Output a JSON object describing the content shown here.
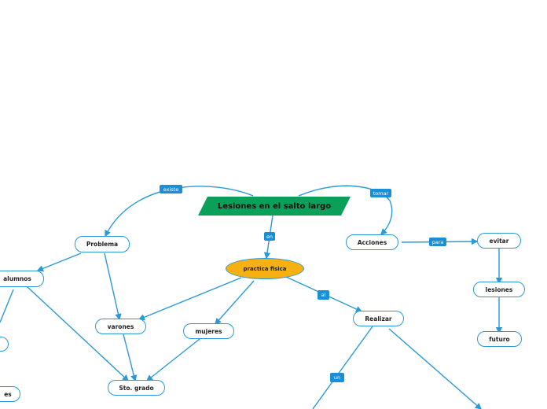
{
  "map": {
    "title": "Lesiones en el salto largo",
    "center": "practica fisica",
    "nodes": {
      "problema": "Problema",
      "alumnos": "alumnos",
      "varones": "varones",
      "mujeres": "mujeres",
      "sto_grado": "Sto. grado",
      "acciones": "Acciones",
      "evitar": "evitar",
      "lesiones": "lesiones",
      "futuro": "futuro",
      "realizar": "Realizar",
      "partial_es": "es"
    },
    "links": {
      "existe": "existe",
      "tomar": "tomar",
      "en": "en",
      "para": "para",
      "al": "al",
      "un": "un"
    }
  },
  "colors": {
    "title_fill": "#0aa05a",
    "center_fill": "#f6b012",
    "line": "#2a9ad6",
    "tag_fill": "#1a8fd6"
  }
}
